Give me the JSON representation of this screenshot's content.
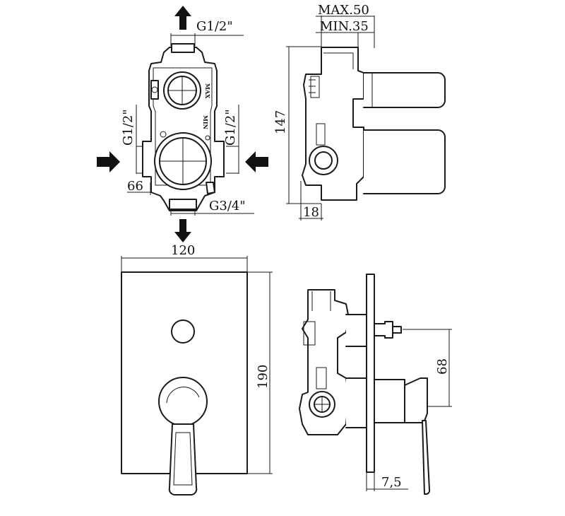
{
  "colors": {
    "ink": "#111111",
    "background": "#ffffff"
  },
  "labels": {
    "top_outlet_thread": "G1/2\"",
    "left_inlet_thread": "G1/2\"",
    "right_inlet_thread": "G1/2\"",
    "bottom_outlet_thread": "G3/4\"",
    "body_width": "66",
    "depth_max": "MAX.50",
    "depth_min": "MIN.35",
    "body_height": "147",
    "body_offset": "18",
    "plate_width": "120",
    "plate_height": "190",
    "outlet_spacing": "68",
    "plate_thickness": "7,5",
    "stamp_max": "MAX",
    "stamp_min": "MIN"
  },
  "icons": {
    "flow_arrows": [
      "arrow-up-icon",
      "arrow-right-icon",
      "arrow-left-icon",
      "arrow-down-icon"
    ]
  }
}
